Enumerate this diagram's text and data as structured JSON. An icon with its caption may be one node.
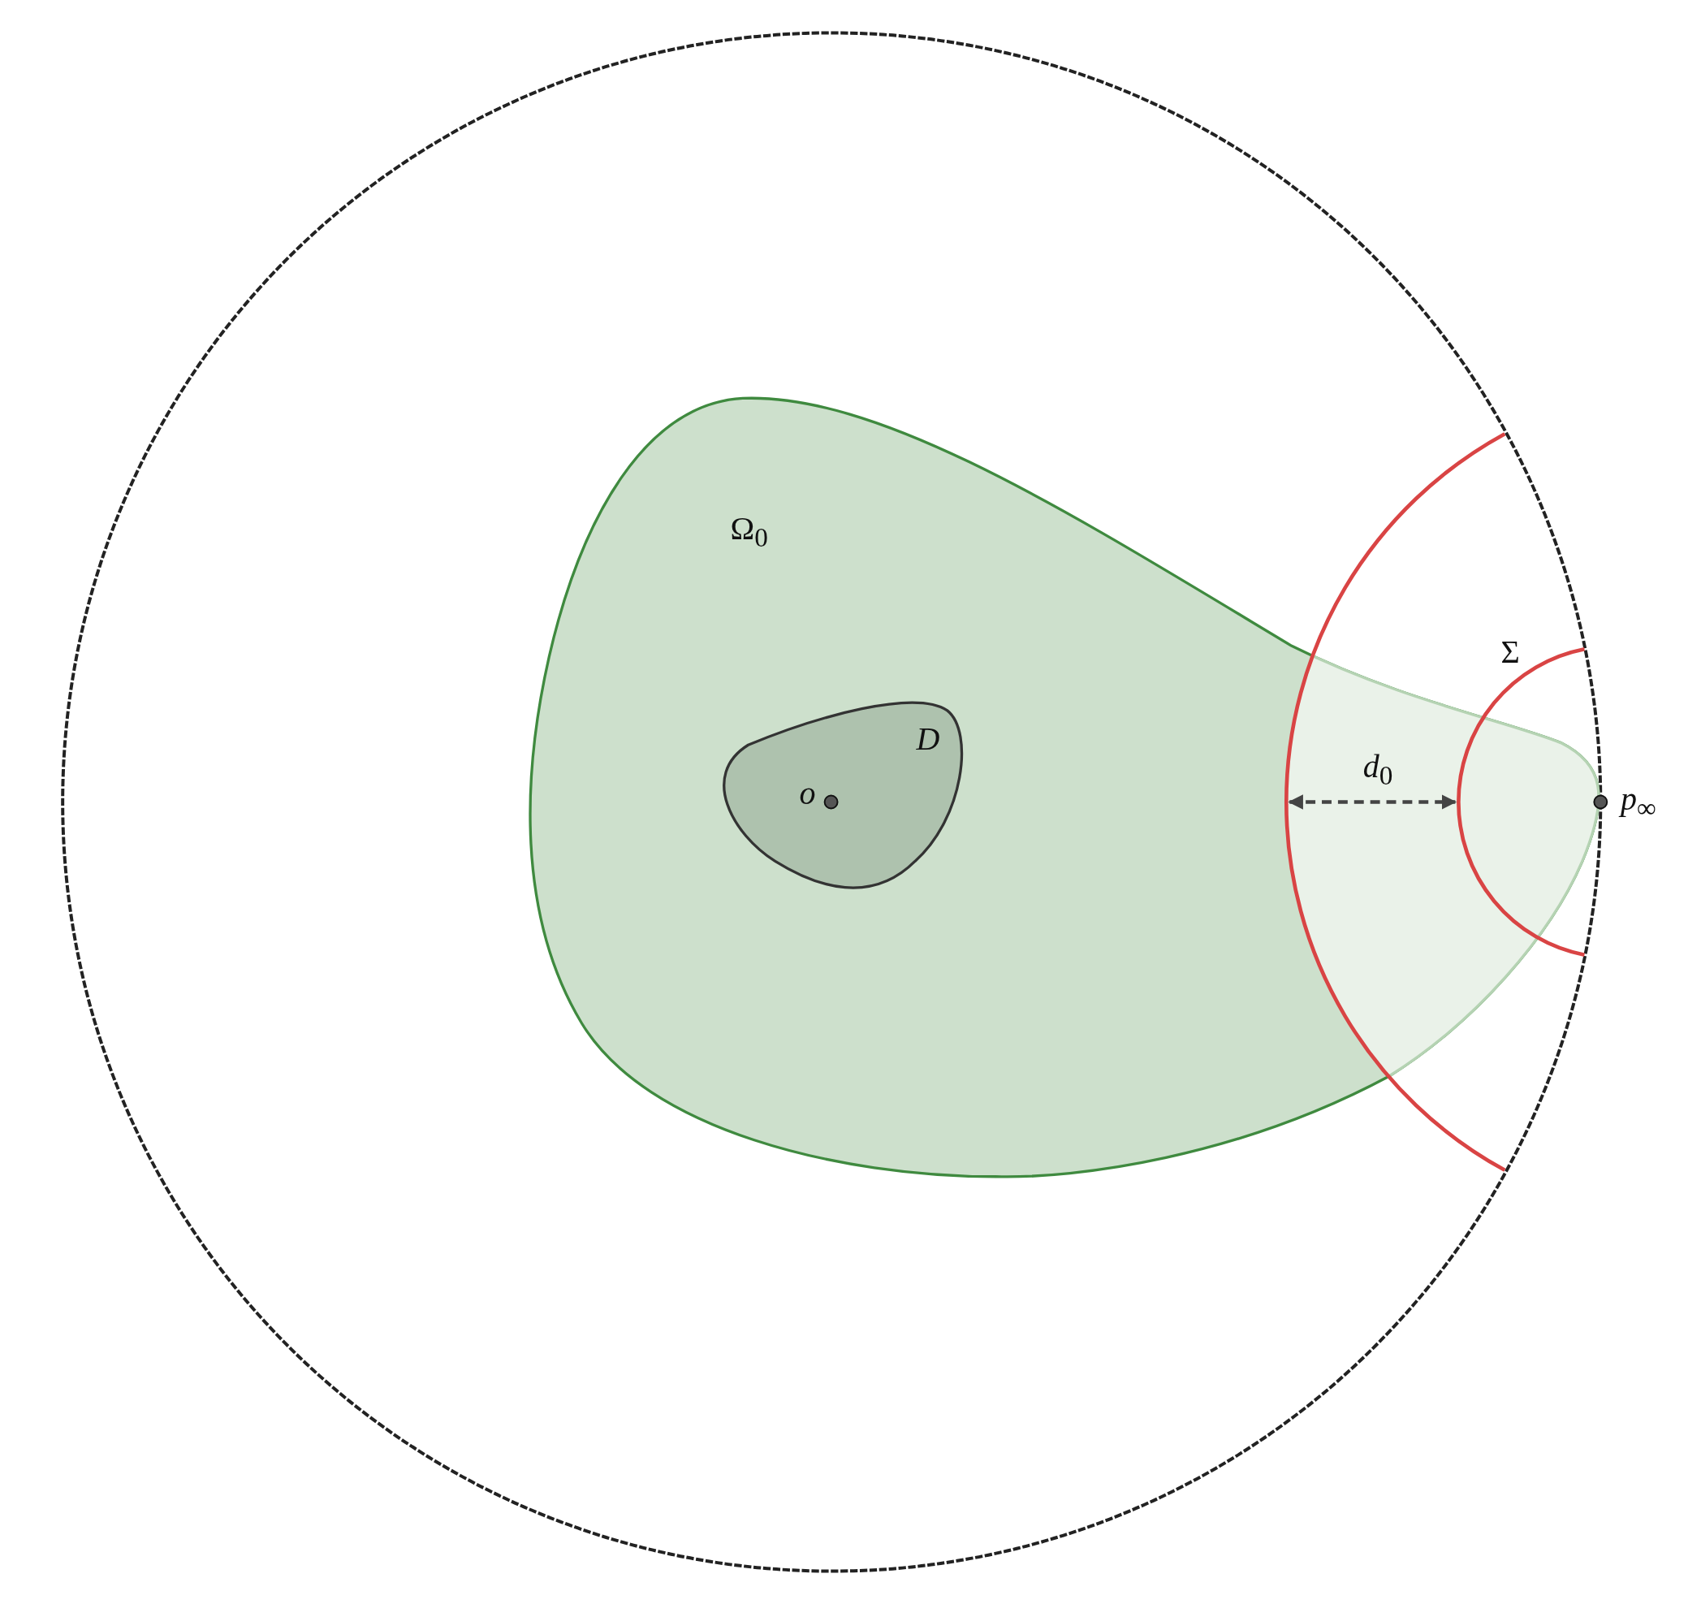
{
  "diagram": {
    "nodes": [
      {
        "text": [
          "Ω$_{0}$"
        ]
      },
      {
        "text": [
          "D"
        ],
        "in": 0
      }
    ],
    "labels": [
      "o",
      "*d*$_{0}$",
      "Σ",
      "*p*$_{∞}$"
    ]
  }
}
